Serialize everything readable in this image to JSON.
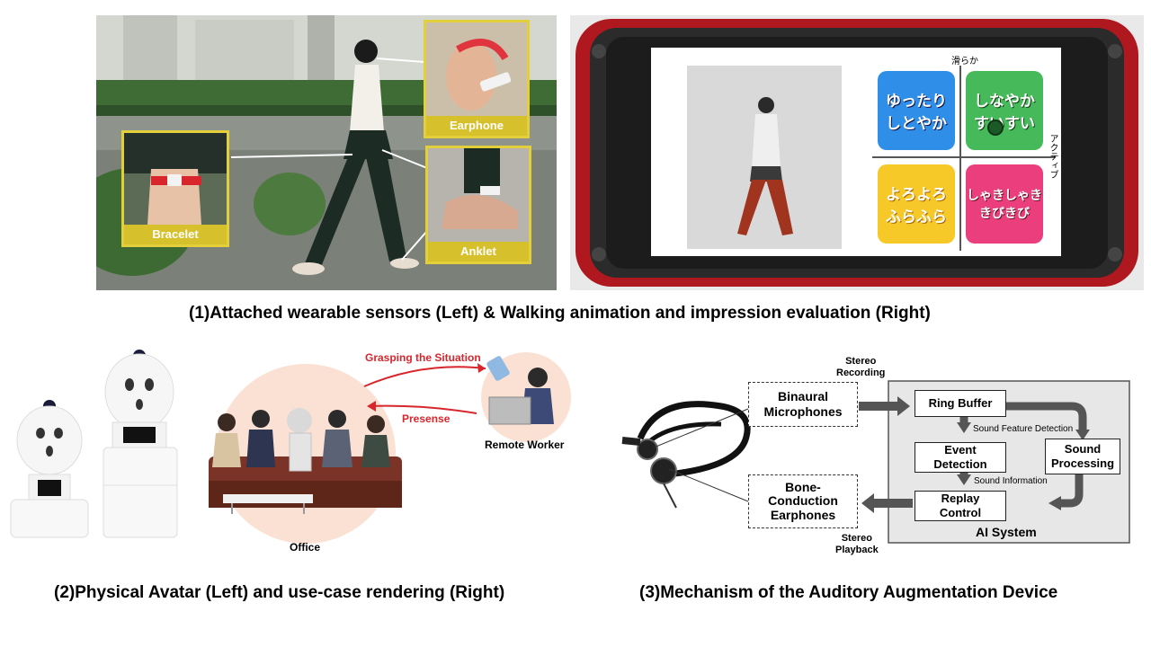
{
  "panel1": {
    "caption": "(1)Attached wearable sensors (Left) & Walking animation and impression evaluation (Right)",
    "insets": {
      "earphone": "Earphone",
      "bracelet": "Bracelet",
      "anklet": "Anklet"
    },
    "phone": {
      "axis_top": "滑らか",
      "axis_right": "アクティブ",
      "quadrants": [
        {
          "text": "ゆったり\nしとやか",
          "color": "#2f8fe8"
        },
        {
          "text": "しなやか\nすいすい",
          "color": "#46b95a"
        },
        {
          "text": "よろよろ\nふらふら",
          "color": "#f6c928"
        },
        {
          "text": "しゃきしゃき\nきびきび",
          "color": "#ea3f7c"
        }
      ]
    }
  },
  "panel2": {
    "caption": "(2)Physical Avatar (Left) and use-case rendering (Right)",
    "grasping": "Grasping the Situation",
    "presence": "Presense",
    "remote_worker": "Remote Worker",
    "office": "Office",
    "accent": "#d8262c"
  },
  "panel3": {
    "caption": "(3)Mechanism of the Auditory Augmentation Device",
    "stereo_recording": "Stereo\nRecording",
    "stereo_playback": "Stereo\nPlayback",
    "binaural": "Binaural\nMicrophones",
    "bone": "Bone-\nConduction\nEarphones",
    "ring_buffer": "Ring Buffer",
    "sound_feature": "Sound Feature Detection",
    "event_detection": "Event\nDetection",
    "sound_processing": "Sound\nProcessing",
    "sound_information": "Sound Information",
    "replay_control": "Replay\nControl",
    "ai_system": "AI System"
  }
}
